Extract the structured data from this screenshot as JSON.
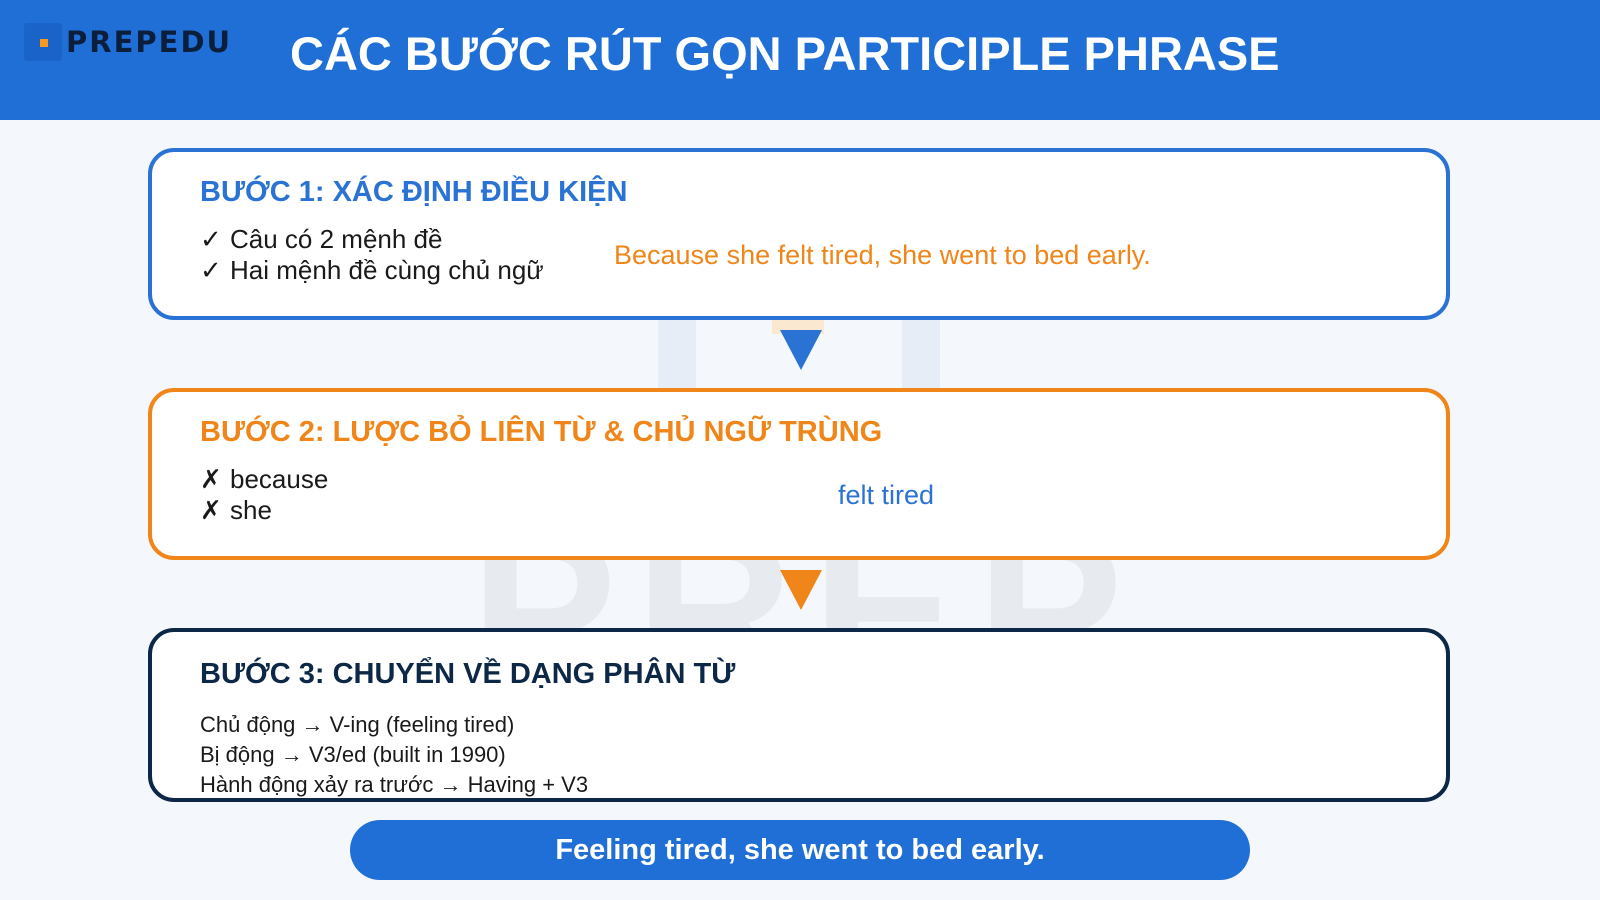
{
  "header": {
    "logo_text": "PREPEDU",
    "title": "CÁC BƯỚC RÚT GỌN PARTICIPLE PHRASE"
  },
  "watermark": {
    "text": "PREP"
  },
  "steps": [
    {
      "title": "BƯỚC 1: XÁC ĐỊNH ĐIỀU KIỆN",
      "items": [
        {
          "mark": "✓",
          "text": "Câu có 2 mệnh đề"
        },
        {
          "mark": "✓",
          "text": "Hai mệnh đề cùng chủ ngữ"
        }
      ],
      "example": "Because she felt tired, she went to bed early."
    },
    {
      "title": "BƯỚC 2: LƯỢC BỎ LIÊN TỪ & CHỦ NGỮ TRÙNG",
      "items": [
        {
          "mark": "✗",
          "text": "because"
        },
        {
          "mark": "✗",
          "text": "she"
        }
      ],
      "example": "felt tired"
    },
    {
      "title": "BƯỚC 3: CHUYỂN VỀ DẠNG PHÂN TỪ",
      "rules": [
        "Chủ động → V-ing (feeling tired)",
        "Bị động → V3/ed (built in 1990)",
        "Hành động xảy ra trước → Having + V3"
      ]
    }
  ],
  "result": "Feeling tired, she went to bed early.",
  "colors": {
    "brand_blue": "#1f6fd6",
    "step1": "#2a72d4",
    "step2": "#f08519",
    "step3": "#0d2747"
  }
}
